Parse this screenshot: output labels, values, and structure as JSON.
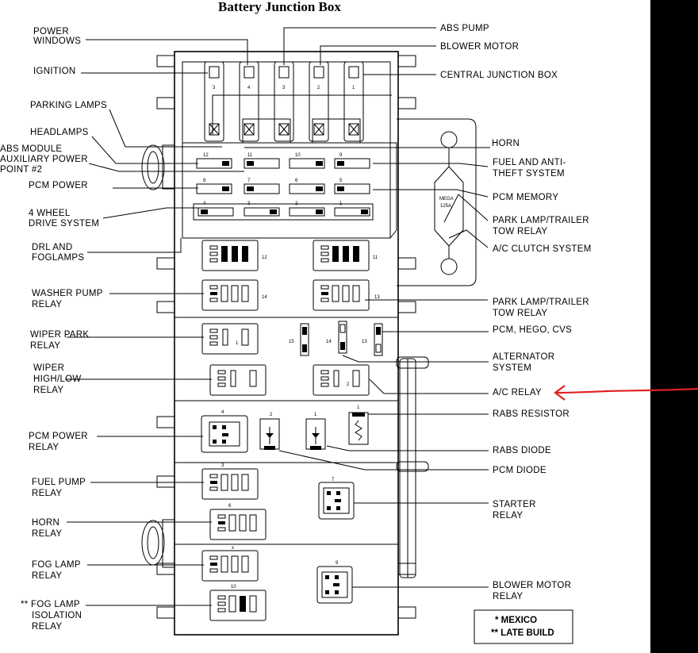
{
  "title": "Battery Junction Box",
  "left_labels": [
    [
      "POWER",
      "WINDOWS"
    ],
    [
      "IGNITION"
    ],
    [
      "PARKING LAMPS"
    ],
    [
      "HEADLAMPS"
    ],
    [
      "ABS MODULE",
      "AUXILIARY POWER",
      "POINT #2"
    ],
    [
      "PCM POWER"
    ],
    [
      "4 WHEEL",
      "DRIVE SYSTEM"
    ],
    [
      "DRL AND",
      "FOGLAMPS"
    ],
    [
      "WASHER PUMP",
      "RELAY"
    ],
    [
      "WIPER PARK",
      "RELAY"
    ],
    [
      "WIPER",
      "HIGH/LOW",
      "RELAY"
    ],
    [
      "PCM POWER",
      "RELAY"
    ],
    [
      "FUEL PUMP",
      "RELAY"
    ],
    [
      "HORN",
      "RELAY"
    ],
    [
      "FOG LAMP",
      "RELAY"
    ],
    [
      "** FOG LAMP",
      "ISOLATION",
      "RELAY"
    ]
  ],
  "right_labels": [
    [
      "ABS PUMP"
    ],
    [
      "BLOWER MOTOR"
    ],
    [
      "CENTRAL JUNCTION BOX"
    ],
    [
      "HORN"
    ],
    [
      "FUEL AND ANTI-",
      "THEFT SYSTEM"
    ],
    [
      "PCM MEMORY"
    ],
    [
      "PARK LAMP/TRAILER",
      "TOW RELAY"
    ],
    [
      "A/C CLUTCH SYSTEM"
    ],
    [
      "PARK LAMP/TRAILER",
      "TOW RELAY"
    ],
    [
      "PCM, HEGO, CVS"
    ],
    [
      "ALTERNATOR",
      "SYSTEM"
    ],
    [
      "A/C RELAY"
    ],
    [
      "RABS RESISTOR"
    ],
    [
      "RABS DIODE"
    ],
    [
      "PCM DIODE"
    ],
    [
      "STARTER",
      "RELAY"
    ],
    [
      "BLOWER MOTOR",
      "RELAY"
    ]
  ],
  "mega_fuse": [
    "MEGA",
    "125A"
  ],
  "maxi_fuse_numbers": [
    "3",
    "4",
    "3",
    "2",
    "1"
  ],
  "mini_fuse_numbers": [
    "12",
    "11",
    "10",
    "9",
    "8",
    "7",
    "6",
    "5",
    "4",
    "3",
    "2",
    "1"
  ],
  "relay_numbers": [
    "12",
    "11",
    "14",
    "13",
    "1",
    "2",
    "4",
    "3",
    "7",
    "6",
    "x",
    "9",
    "10"
  ],
  "vertical_fuse_numbers": [
    "15",
    "14",
    "13"
  ],
  "diode_numbers": [
    "2",
    "1",
    "1"
  ],
  "notes": [
    "* MEXICO",
    "** LATE BUILD"
  ],
  "annotation_color": "#e02020"
}
